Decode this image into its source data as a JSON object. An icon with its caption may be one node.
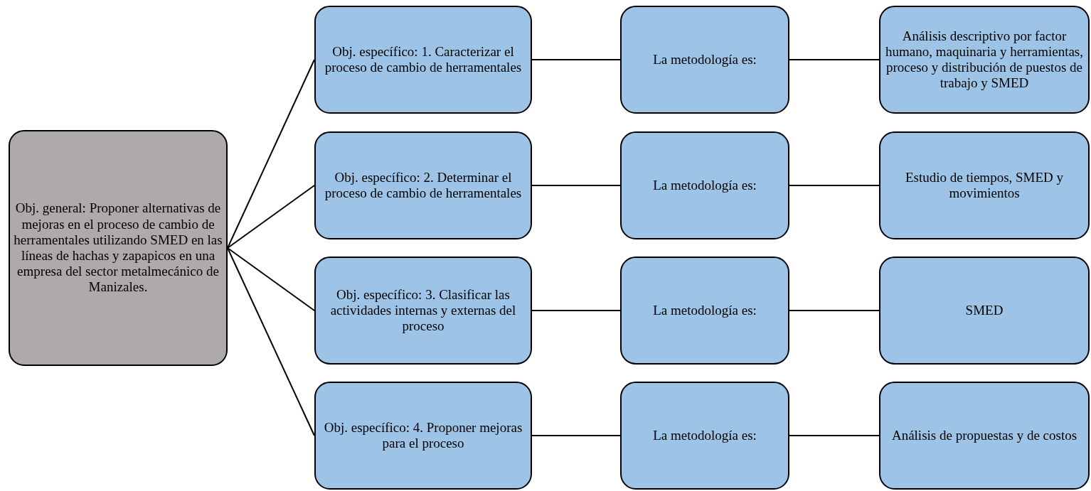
{
  "diagram": {
    "nodes": [
      {
        "text": [
          "Obj. general: Proponer alternativas de mejoras en el proceso de cambio de herramentales utilizando SMED en las líneas de hachas y zapapicos en una empresa del sector metalmecánico de Manizales."
        ]
      },
      {
        "text": [
          "Obj. específico: 1. Caracterizar el proceso de cambio de herramentales"
        ]
      },
      {
        "text": [
          "La metodología es:"
        ]
      },
      {
        "text": [
          "Análisis descriptivo por factor humano, maquinaria y herramientas, proceso y distribución de puestos de trabajo y SMED"
        ]
      },
      {
        "text": [
          "Obj. específico: 2. Determinar el proceso de cambio de herramentales"
        ]
      },
      {
        "text": [
          "La metodología es:"
        ]
      },
      {
        "text": [
          "Estudio de tiempos, SMED y movimientos"
        ]
      },
      {
        "text": [
          "Obj. específico: 3. Clasificar las actividades internas y externas del proceso"
        ]
      },
      {
        "text": [
          "La metodología es:"
        ]
      },
      {
        "text": [
          "SMED"
        ]
      },
      {
        "text": [
          "Obj. específico: 4. Proponer mejoras para el proceso"
        ]
      },
      {
        "text": [
          "La metodología es:"
        ]
      },
      {
        "text": [
          "Análisis de propuestas y de costos"
        ]
      }
    ],
    "edges": [
      {
        "from": 0,
        "to": 1,
        "arrow": "none"
      },
      {
        "from": 0,
        "to": 4,
        "arrow": "none"
      },
      {
        "from": 0,
        "to": 7,
        "arrow": "none"
      },
      {
        "from": 0,
        "to": 10,
        "arrow": "none"
      },
      {
        "from": 1,
        "to": 2,
        "arrow": "none"
      },
      {
        "from": 2,
        "to": 3,
        "arrow": "none"
      },
      {
        "from": 4,
        "to": 5,
        "arrow": "none"
      },
      {
        "from": 5,
        "to": 6,
        "arrow": "none"
      },
      {
        "from": 7,
        "to": 8,
        "arrow": "none"
      },
      {
        "from": 8,
        "to": 9,
        "arrow": "none"
      },
      {
        "from": 10,
        "to": 11,
        "arrow": "none"
      },
      {
        "from": 11,
        "to": 12,
        "arrow": "none"
      }
    ]
  }
}
